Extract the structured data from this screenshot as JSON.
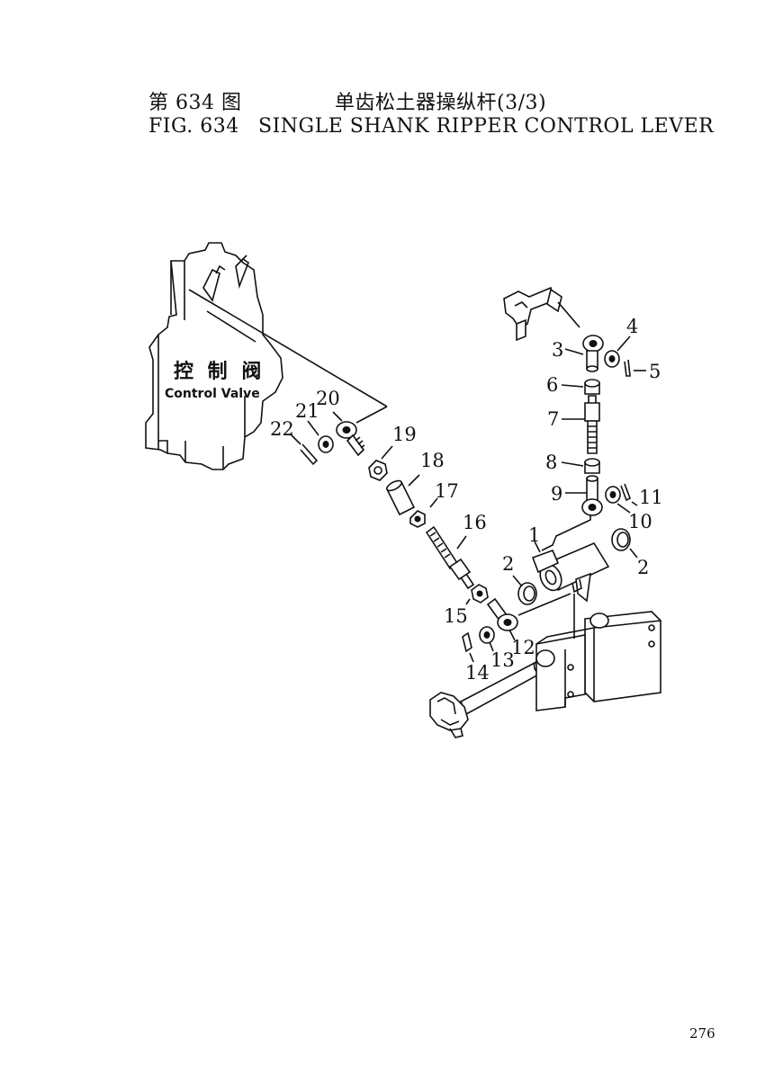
{
  "header": {
    "figure_cn": "第 634 图",
    "title_cn": "单齿松土器操纵杆(3/3)",
    "figure_en": "FIG. 634",
    "title_en": "SINGLE SHANK RIPPER CONTROL LEVER"
  },
  "diagram": {
    "control_valve_cn": "控 制 阀",
    "control_valve_en": "Control Valve",
    "callouts": {
      "c1": "1",
      "c2a": "2",
      "c2b": "2",
      "c3": "3",
      "c4": "4",
      "c5": "5",
      "c6": "6",
      "c7": "7",
      "c8": "8",
      "c9": "9",
      "c10": "10",
      "c11": "11",
      "c12": "12",
      "c13": "13",
      "c14": "14",
      "c15": "15",
      "c16": "16",
      "c17": "17",
      "c18": "18",
      "c19": "19",
      "c20": "20",
      "c21": "21",
      "c22": "22"
    }
  },
  "page_number": "276"
}
